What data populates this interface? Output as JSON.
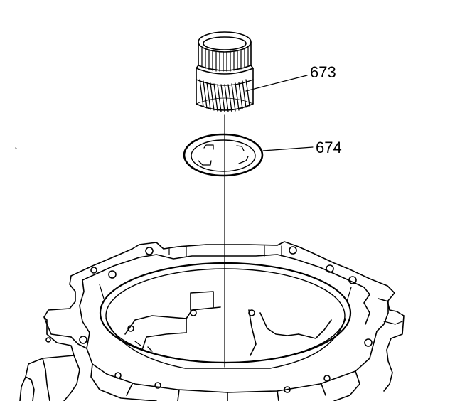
{
  "diagram": {
    "callouts": [
      {
        "id": "673",
        "label": "673"
      },
      {
        "id": "674",
        "label": "674"
      }
    ],
    "stroke_color": "#000000",
    "background_color": "#ffffff"
  }
}
